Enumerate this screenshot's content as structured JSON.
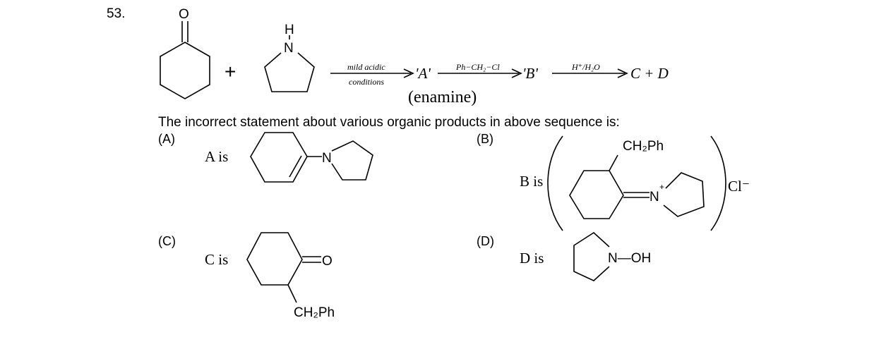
{
  "question": {
    "number": "53.",
    "plus": "+",
    "reactant2_atoms": {
      "h": "H",
      "n": "N"
    },
    "reactant1_atoms": {
      "o": "O"
    },
    "arrow1": {
      "above": "mild acidic",
      "below": "conditions"
    },
    "product_a": "'A'",
    "enamine_label": "(enamine)",
    "arrow2": {
      "above": "Ph−CH₂−Cl"
    },
    "product_b": "'B'",
    "arrow3": {
      "above": "H⁺/H₂O"
    },
    "products_cd": "C + D",
    "stem": "The incorrect statement about various organic products in above sequence is:"
  },
  "options": {
    "a": {
      "letter": "(A)",
      "prefix": "A is",
      "n": "N"
    },
    "b": {
      "letter": "(B)",
      "prefix": "B is",
      "substituent": "CH₂Ph",
      "n": "N",
      "charge": "+",
      "counterion": "Cl⁻"
    },
    "c": {
      "letter": "(C)",
      "prefix": "C is",
      "o": "O",
      "substituent": "CH₂Ph"
    },
    "d": {
      "letter": "(D)",
      "prefix": "D  is",
      "group": "N—OH"
    }
  }
}
